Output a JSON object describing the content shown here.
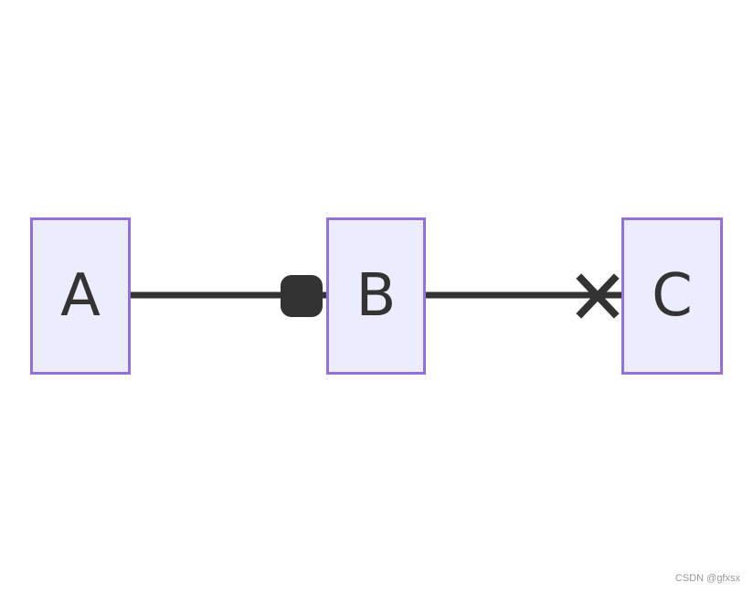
{
  "nodes": {
    "a": "A",
    "b": "B",
    "c": "C"
  },
  "edges": [
    {
      "from": "A",
      "to": "B",
      "arrowhead": "circle"
    },
    {
      "from": "B",
      "to": "C",
      "arrowhead": "cross"
    }
  ],
  "colors": {
    "node_fill": "#ececff",
    "node_border": "#9370db",
    "edge": "#333333",
    "text": "#333333"
  },
  "watermark": "CSDN @gfxsx"
}
